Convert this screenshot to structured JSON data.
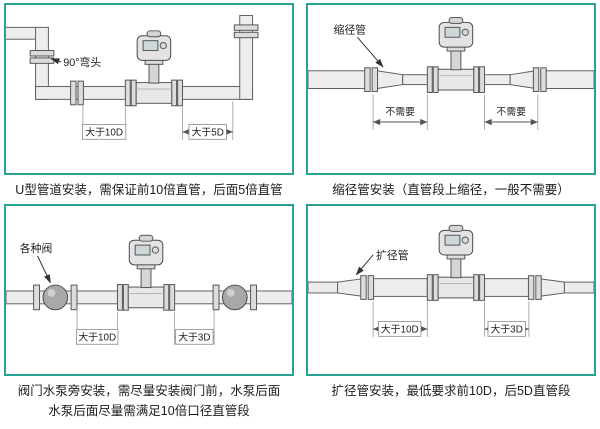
{
  "accent_color": "#27a294",
  "panels": [
    {
      "callout": "90°弯头",
      "dim_left": "大于10D",
      "dim_right": "大于5D",
      "caption_lines": [
        "U型管道安装，需保证前10倍直管，后面5倍直管"
      ]
    },
    {
      "callout": "缩径管",
      "dim_left": "不需要",
      "dim_right": "不需要",
      "caption_lines": [
        "缩径管安装（直管段上缩径，一般不需要）"
      ]
    },
    {
      "callout": "各种阀",
      "dim_left": "大于10D",
      "dim_right": "大于3D",
      "caption_lines": [
        "阀门水泵旁安装，需尽量安装阀门前，水泵后面",
        "水泵后面尽量需满足10倍口径直管段"
      ]
    },
    {
      "callout": "扩径管",
      "dim_left": "大于10D",
      "dim_right": "大于3D",
      "caption_lines": [
        "扩径管安装，最低要求前10D，后5D直管段"
      ]
    }
  ]
}
